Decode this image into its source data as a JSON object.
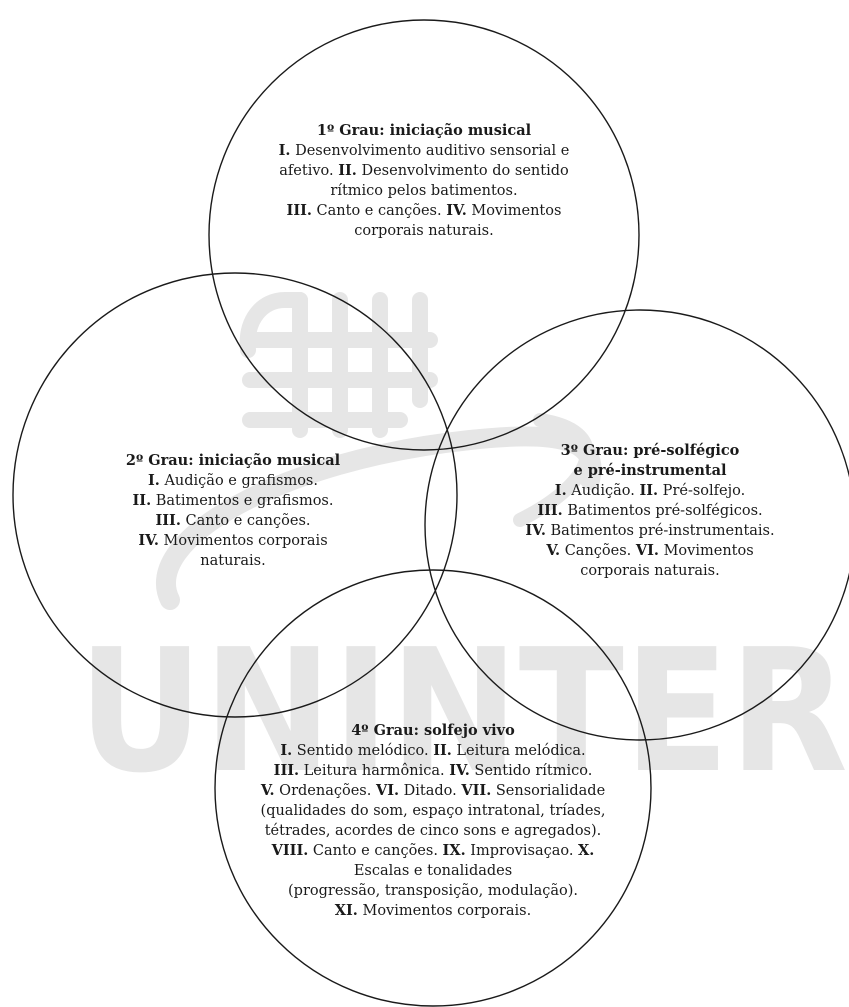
{
  "watermark": {
    "text": "UNINTER",
    "color": "#e6e6e6"
  },
  "colors": {
    "stroke": "#1a1a1a",
    "text": "#1a1a1a"
  },
  "grau1": {
    "title": "1º Grau: iniciação musical",
    "lines": [
      [
        {
          "b": "I."
        },
        {
          "t": " Desenvolvimento auditivo sensorial e"
        }
      ],
      [
        {
          "t": "afetivo. "
        },
        {
          "b": "II."
        },
        {
          "t": " Desenvolvimento do sentido"
        }
      ],
      [
        {
          "t": "rítmico pelos batimentos."
        }
      ],
      [
        {
          "b": "III."
        },
        {
          "t": " Canto e canções. "
        },
        {
          "b": "IV."
        },
        {
          "t": " Movimentos"
        }
      ],
      [
        {
          "t": "corporais naturais."
        }
      ]
    ]
  },
  "grau2": {
    "title": "2º Grau: iniciação musical",
    "lines": [
      [
        {
          "b": "I."
        },
        {
          "t": " Audição e grafismos."
        }
      ],
      [
        {
          "b": "II."
        },
        {
          "t": " Batimentos e grafismos."
        }
      ],
      [
        {
          "b": "III."
        },
        {
          "t": " Canto e canções."
        }
      ],
      [
        {
          "b": "IV."
        },
        {
          "t": " Movimentos corporais"
        }
      ],
      [
        {
          "t": "naturais."
        }
      ]
    ]
  },
  "grau3": {
    "title_line1": "3º Grau: pré-solfégico",
    "title_line2": "e pré-instrumental",
    "lines": [
      [
        {
          "b": "I."
        },
        {
          "t": " Audição. "
        },
        {
          "b": "II."
        },
        {
          "t": " Pré-solfejo."
        }
      ],
      [
        {
          "b": "III."
        },
        {
          "t": " Batimentos pré-solfégicos."
        }
      ],
      [
        {
          "b": "IV."
        },
        {
          "t": " Batimentos pré-instrumentais."
        }
      ],
      [
        {
          "b": "V."
        },
        {
          "t": " Canções. "
        },
        {
          "b": "VI."
        },
        {
          "t": " Movimentos"
        }
      ],
      [
        {
          "t": "corporais naturais."
        }
      ]
    ]
  },
  "grau4": {
    "title": "4º Grau: solfejo vivo",
    "lines": [
      [
        {
          "b": "I."
        },
        {
          "t": " Sentido melódico. "
        },
        {
          "b": "II."
        },
        {
          "t": " Leitura melódica."
        }
      ],
      [
        {
          "b": "III."
        },
        {
          "t": " Leitura harmônica. "
        },
        {
          "b": "IV."
        },
        {
          "t": " Sentido rítmico."
        }
      ],
      [
        {
          "b": "V."
        },
        {
          "t": " Ordenações. "
        },
        {
          "b": "VI."
        },
        {
          "t": " Ditado. "
        },
        {
          "b": "VII."
        },
        {
          "t": " Sensorialidade"
        }
      ],
      [
        {
          "t": "(qualidades do som, espaço intratonal, tríades,"
        }
      ],
      [
        {
          "t": "tétrades, acordes de cinco sons e agregados)."
        }
      ],
      [
        {
          "b": "VIII."
        },
        {
          "t": " Canto e canções. "
        },
        {
          "b": "IX."
        },
        {
          "t": " Improvisaçao. "
        },
        {
          "b": "X."
        }
      ],
      [
        {
          "t": "Escalas e tonalidades"
        }
      ],
      [
        {
          "t": "(progressão, transposição, modulação)."
        }
      ],
      [
        {
          "b": "XI."
        },
        {
          "t": " Movimentos corporais."
        }
      ]
    ]
  }
}
